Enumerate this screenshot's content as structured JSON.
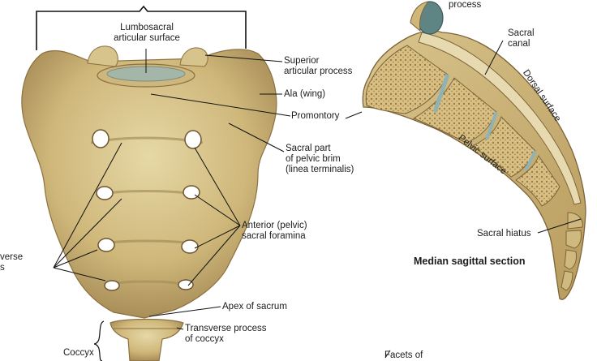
{
  "labels": {
    "lumbosacral_line1": "Lumbosacral",
    "lumbosacral_line2": "articular surface",
    "superior_line1": "Superior",
    "superior_line2": "articular process",
    "ala": "Ala (wing)",
    "promontory": "Promontory",
    "brim_line1": "Sacral part",
    "brim_line2": "of pelvic brim",
    "brim_line3": "(linea terminalis)",
    "foramina_line1": "Anterior (pelvic)",
    "foramina_line2": "sacral foramina",
    "transverse_line1": "verse",
    "transverse_line2": "s",
    "apex": "Apex of sacrum",
    "coccyx_tp_line1": "Transverse process",
    "coccyx_tp_line2": "of coccyx",
    "coccyx": "Coccyx",
    "process": "process",
    "sacral_canal_line1": "Sacral",
    "sacral_canal_line2": "canal",
    "dorsal_surface": "Dorsal surface",
    "pelvic_surface": "Pelvic surface",
    "sacral_hiatus": "Sacral hiatus",
    "facets": "Facets of",
    "section_title": "Median sagittal section"
  },
  "colors": {
    "bone_light": "#dccb94",
    "bone_mid": "#c6ad6c",
    "bone_dark": "#8f7542",
    "foramen": "#ffffff",
    "cartilage": "#5e8484",
    "leader_line": "#111111"
  }
}
